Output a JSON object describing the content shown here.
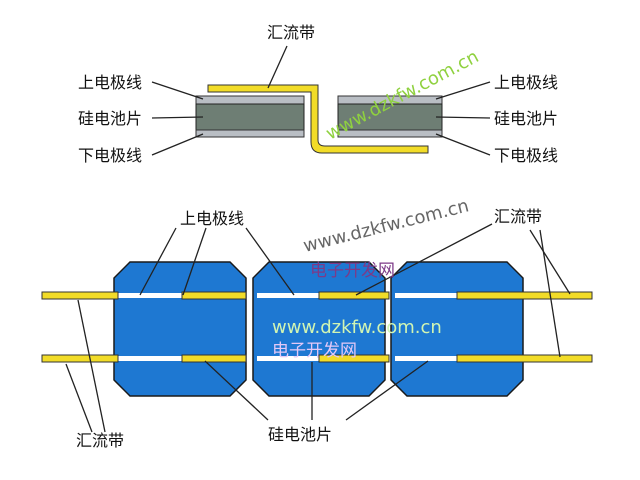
{
  "labels": {
    "top_ribbon": "汇流带",
    "top_left_upper": "上电极线",
    "top_left_cell": "硅电池片",
    "top_left_lower": "下电极线",
    "top_right_upper": "上电极线",
    "top_right_cell": "硅电池片",
    "top_right_lower": "下电极线",
    "bottom_upper": "上电极线",
    "bottom_ribbon_right": "汇流带",
    "bottom_ribbon_left": "汇流带",
    "bottom_cell": "硅电池片"
  },
  "watermarks": {
    "top_url": "www.dzkfw.com.cn",
    "mid_url": "www.dzkfw.com.cn",
    "mid_name": "电子开发网",
    "low_url": "www.dzkfw.com.cn",
    "low_name": "电子开发网"
  },
  "colors": {
    "cell_blue": "#1e78d2",
    "ribbon_yellow": "#f2dc28",
    "electrode_gray": "#b9bec4",
    "wafer_dark": "#6e7e74"
  }
}
